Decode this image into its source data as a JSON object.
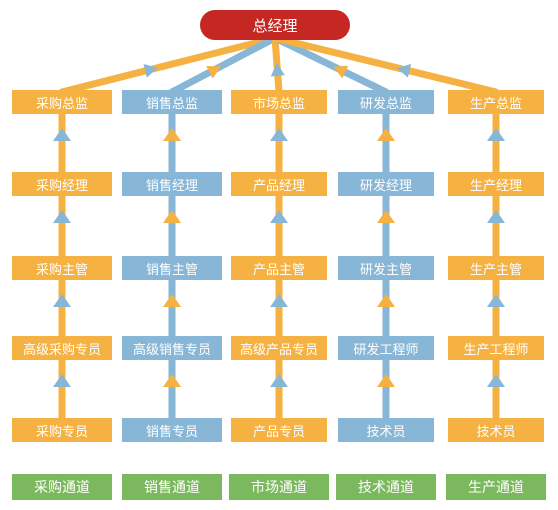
{
  "colors": {
    "orange": "#f5b141",
    "blue": "#88b6d6",
    "red": "#c52822",
    "green": "#7bb85e"
  },
  "top": {
    "label": "总经理"
  },
  "columns": [
    {
      "boxes": [
        "采购总监",
        "采购经理",
        "采购主管",
        "高级采购专员",
        "采购专员"
      ],
      "channel": "采购通道",
      "color": "orange",
      "arrow_color": "blue"
    },
    {
      "boxes": [
        "销售总监",
        "销售经理",
        "销售主管",
        "高级销售专员",
        "销售专员"
      ],
      "channel": "销售通道",
      "color": "blue",
      "arrow_color": "orange"
    },
    {
      "boxes": [
        "市场总监",
        "产品经理",
        "产品主管",
        "高级产品专员",
        "产品专员"
      ],
      "channel": "市场通道",
      "color": "orange",
      "arrow_color": "blue"
    },
    {
      "boxes": [
        "研发总监",
        "研发经理",
        "研发主管",
        "研发工程师",
        "技术员"
      ],
      "channel": "技术通道",
      "color": "blue",
      "arrow_color": "orange"
    },
    {
      "boxes": [
        "生产总监",
        "生产经理",
        "生产主管",
        "生产工程师",
        "技术员"
      ],
      "channel": "生产通道",
      "color": "orange",
      "arrow_color": "blue"
    }
  ]
}
